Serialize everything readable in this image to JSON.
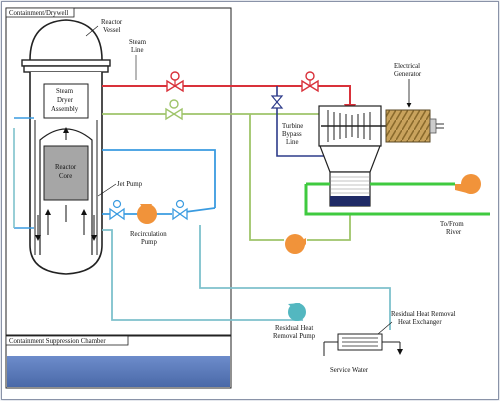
{
  "labels": {
    "containment": "Containment/Drywell",
    "reactor_vessel_1": "Reactor",
    "reactor_vessel_2": "Vessel",
    "steam_line_1": "Steam",
    "steam_line_2": "Line",
    "steam_dryer_1": "Steam",
    "steam_dryer_2": "Dryer",
    "steam_dryer_3": "Assembly",
    "reactor_core_1": "Reactor",
    "reactor_core_2": "Core",
    "jet_pump": "Jet Pump",
    "recirc_pump_1": "Recirculation",
    "recirc_pump_2": "Pump",
    "turbine_bypass_1": "Turbine",
    "turbine_bypass_2": "Bypass",
    "turbine_bypass_3": "Line",
    "generator_1": "Electrical",
    "generator_2": "Generator",
    "river": "To/From",
    "river_2": "River",
    "rhr_pump_1": "Residual Heat",
    "rhr_pump_2": "Removal Pump",
    "rhr_hx_1": "Residual Heat Removal",
    "rhr_hx_2": "Heat Exchanger",
    "service_water": "Service Water",
    "suppression": "Containment Suppression Chamber"
  },
  "colors": {
    "steam": "#d9313a",
    "feedwater": "#9fc46a",
    "recirc": "#3a9be0",
    "rhr": "#7ec1cc",
    "river": "#3fca3f",
    "pump": "#f1933a",
    "rhr_pump": "#53b7c0",
    "core": "#a6a6a6",
    "pool": "#5779b8",
    "generator": "#c7a25c"
  }
}
